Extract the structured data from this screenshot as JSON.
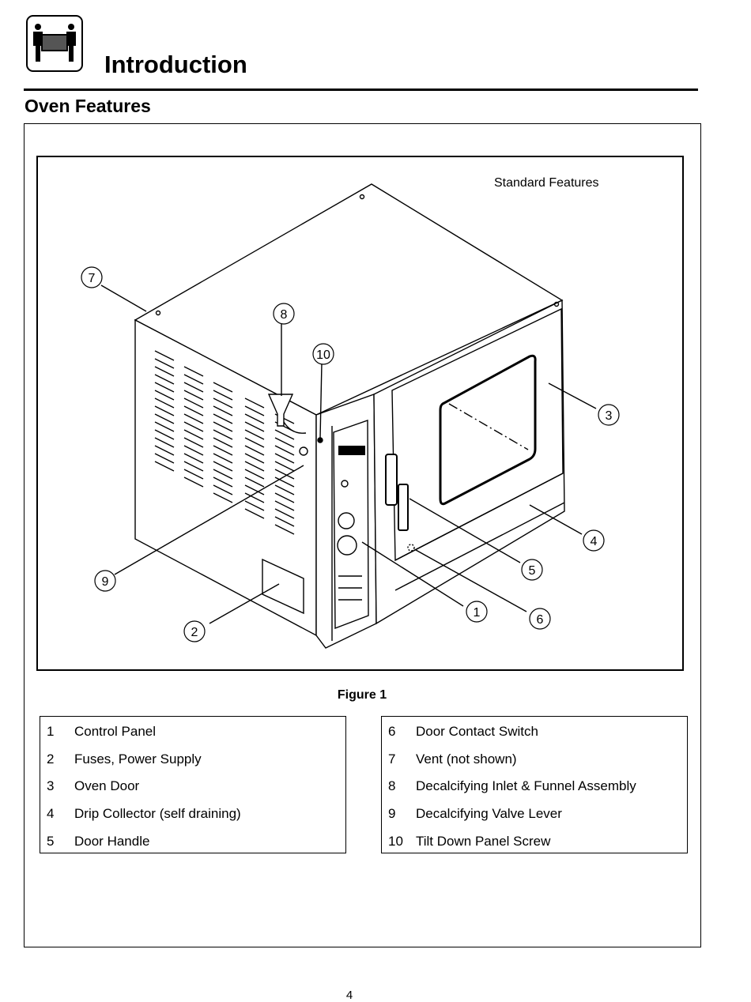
{
  "header": {
    "logo_icon": "two-people-carrying-panel-icon",
    "title": "Introduction",
    "section_title": "Oven Features"
  },
  "figure": {
    "label": "Standard Features",
    "caption": "Figure 1",
    "callouts": [
      "1",
      "2",
      "3",
      "4",
      "5",
      "6",
      "7",
      "8",
      "9",
      "10"
    ]
  },
  "legend_left": [
    {
      "num": "1",
      "text": "Control Panel"
    },
    {
      "num": "2",
      "text": "Fuses, Power Supply"
    },
    {
      "num": "3",
      "text": "Oven Door"
    },
    {
      "num": "4",
      "text": "Drip Collector (self draining)"
    },
    {
      "num": "5",
      "text": "Door Handle"
    }
  ],
  "legend_right": [
    {
      "num": "6",
      "text": "Door Contact Switch"
    },
    {
      "num": "7",
      "text": "Vent (not shown)"
    },
    {
      "num": "8",
      "text": "Decalcifying Inlet & Funnel Assembly"
    },
    {
      "num": "9",
      "text": "Decalcifying Valve Lever"
    },
    {
      "num": "10",
      "text": "Tilt Down Panel Screw"
    }
  ],
  "footer": {
    "page_number": "4"
  }
}
